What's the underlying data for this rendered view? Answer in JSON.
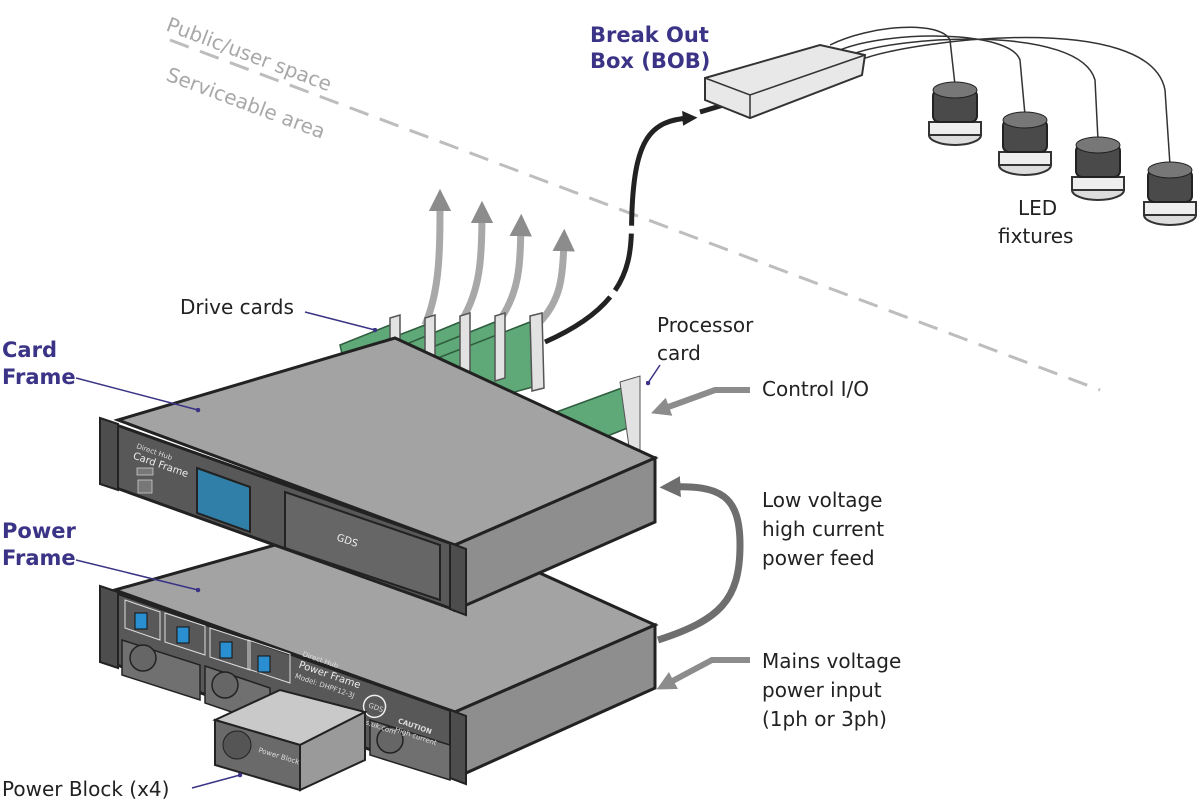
{
  "zones": {
    "upper": "Public/user space",
    "lower": "Serviceable area"
  },
  "labels": {
    "bob": [
      "Break Out",
      "Box (BOB)"
    ],
    "led": [
      "LED",
      "fixtures"
    ],
    "drive_cards": "Drive cards",
    "processor_card": [
      "Processor",
      "card"
    ],
    "control_io": "Control I/O",
    "card_frame": [
      "Card",
      "Frame"
    ],
    "power_frame": [
      "Power",
      "Frame"
    ],
    "low_voltage": [
      "Low voltage",
      "high current",
      "power feed"
    ],
    "mains": [
      "Mains voltage",
      "power input",
      "(1ph or 3ph)"
    ],
    "power_block": "Power Block (x4)"
  },
  "device_text": {
    "card_frame_brand": "Direct Hub",
    "card_frame_name": "Card Frame",
    "grille_logo": "GDS",
    "power_frame_brand": "Direct Hub",
    "power_frame_name": "Power Frame",
    "power_frame_model": "Model: DHPF12-3J",
    "logo": "GDS",
    "website": "gds.uk.com",
    "caution": "CAUTION",
    "caution_sub": "High current",
    "power_block_name": "Power Block"
  },
  "colors": {
    "accent": "#3b3486",
    "chassis_top": "#a3a3a3",
    "chassis_front": "#585858",
    "card_green": "#5fa877",
    "screen": "#2f7fa8",
    "switch_blue": "#2a8fd0",
    "arrow_gray": "#8c8c8c"
  }
}
